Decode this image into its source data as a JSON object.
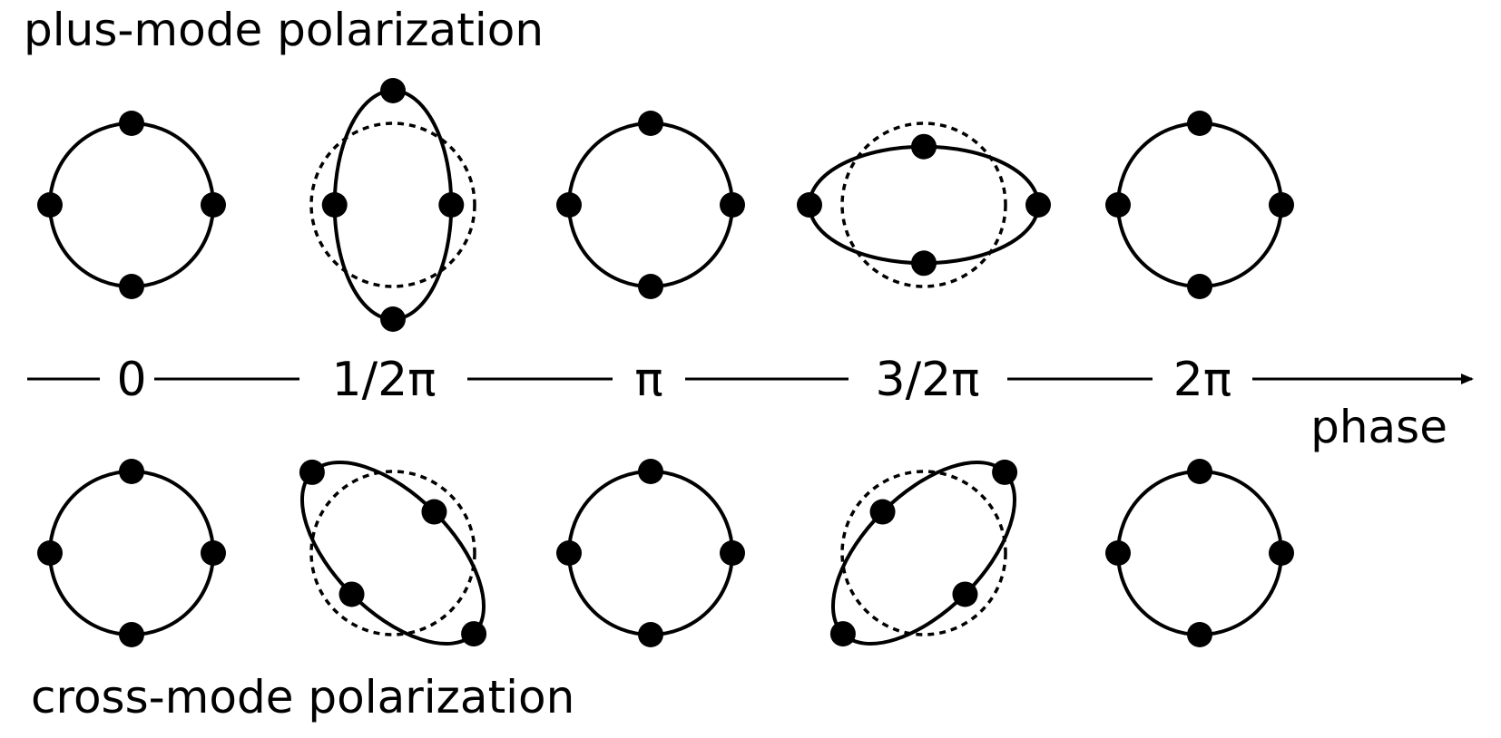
{
  "top_title": "plus-mode polarization",
  "bottom_title": "cross-mode polarization",
  "axis": {
    "label": "phase",
    "ticks": [
      "0",
      "1/2π",
      "π",
      "3/2π",
      "2π"
    ]
  },
  "colors": {
    "ink": "#000000",
    "background": "#ffffff"
  },
  "plus_mode": [
    {
      "phase": "0",
      "stretch": 1.0,
      "angle_deg": 0,
      "reference_ring": false
    },
    {
      "phase": "1/2π",
      "stretch": 1.4,
      "angle_deg": 90,
      "reference_ring": true
    },
    {
      "phase": "π",
      "stretch": 1.0,
      "angle_deg": 0,
      "reference_ring": false
    },
    {
      "phase": "3/2π",
      "stretch": 1.4,
      "angle_deg": 0,
      "reference_ring": true
    },
    {
      "phase": "2π",
      "stretch": 1.0,
      "angle_deg": 0,
      "reference_ring": false
    }
  ],
  "cross_mode": [
    {
      "phase": "0",
      "stretch": 1.0,
      "angle_deg": 0,
      "reference_ring": false
    },
    {
      "phase": "1/2π",
      "stretch": 1.4,
      "angle_deg": 45,
      "reference_ring": true
    },
    {
      "phase": "π",
      "stretch": 1.0,
      "angle_deg": 0,
      "reference_ring": false
    },
    {
      "phase": "3/2π",
      "stretch": 1.4,
      "angle_deg": -45,
      "reference_ring": true
    },
    {
      "phase": "2π",
      "stretch": 1.0,
      "angle_deg": 0,
      "reference_ring": false
    }
  ]
}
